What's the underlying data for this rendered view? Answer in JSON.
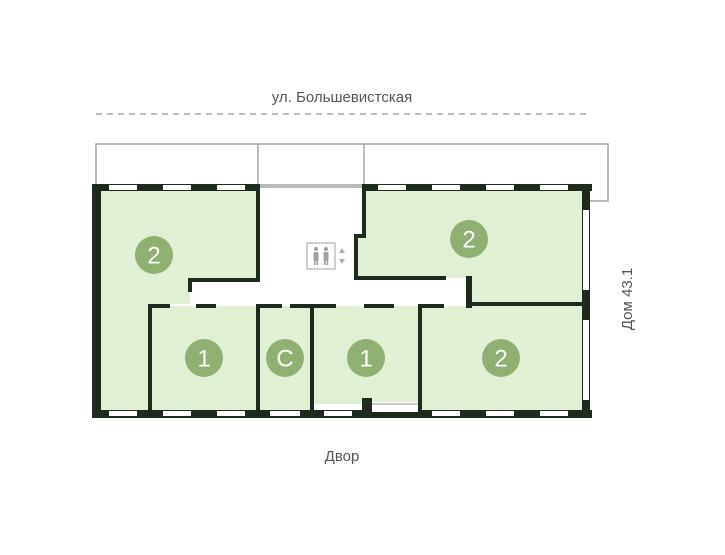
{
  "labels": {
    "street": "ул. Большевистская",
    "yard": "Двор",
    "house": "Дом 43.1"
  },
  "units": {
    "top_left": "2",
    "top_right": "2",
    "bottom_1": "1",
    "bottom_studio": "С",
    "bottom_3": "1",
    "bottom_right": "2"
  },
  "icons": {
    "elevator": "elevator-icon",
    "arrows": "up-down-arrows-icon"
  },
  "colors": {
    "apartment_fill": "#e1f0d4",
    "badge": "#8fb071",
    "wall": "#1f2a1f",
    "window": "#ffffff",
    "balcony": "#a6a6a6",
    "text": "#555555"
  }
}
